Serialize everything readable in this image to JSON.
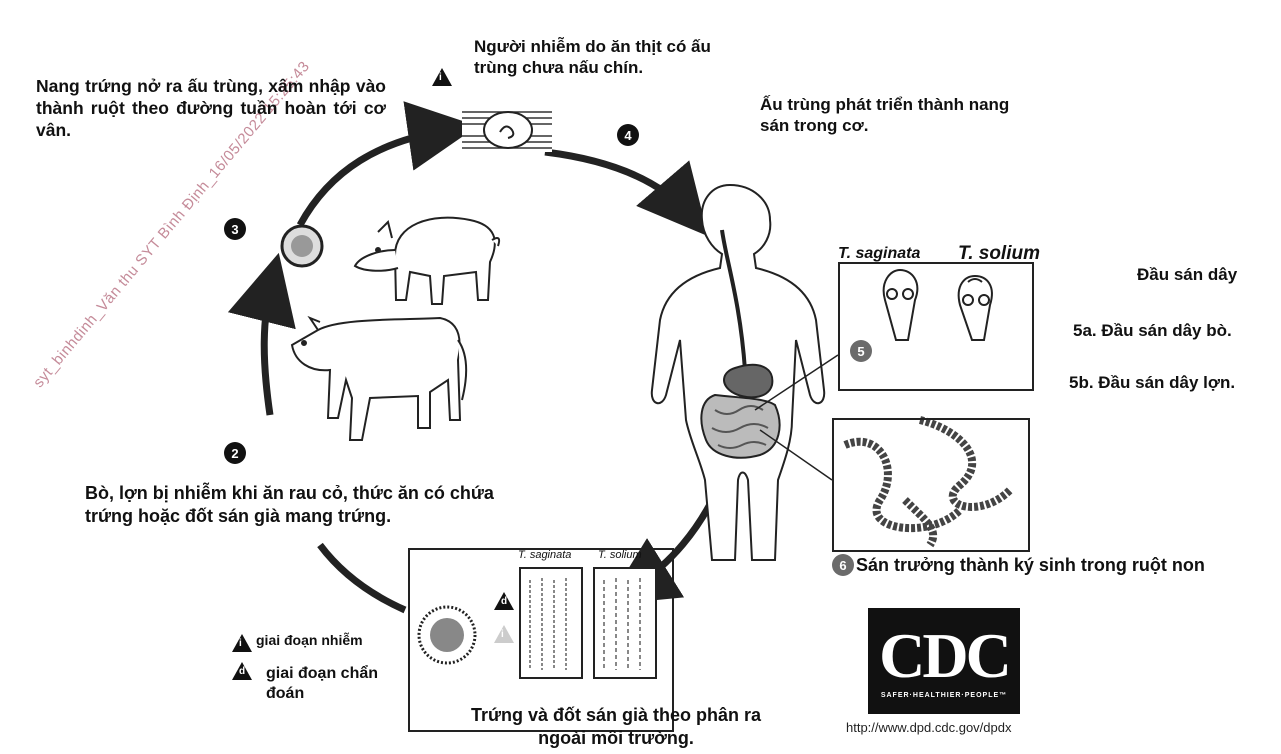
{
  "labels": {
    "infection_note": "Người nhiễm do ăn thịt có ấu trùng chưa nấu chín.",
    "larvae_muscle": "Nang trứng nở ra ấu trùng, xâm nhập vào  thành ruột theo đường tuần hoàn tới cơ vân.",
    "cyst_develop": "Ấu trùng  phát triển thành nang sán trong cơ.",
    "animal_infected": "Bò, lợn bị nhiễm khi ăn rau cỏ, thức ăn có chứa trứng hoặc đốt sán già mang trứng.",
    "eggs_out": "Trứng và đốt sán già theo phân ra ngoài môi trường.",
    "adult_worm": "Sán trưởng thành ký sinh trong ruột non",
    "head_title": "Đầu sán dây",
    "head_5a": "5a. Đầu sán dây bò.",
    "head_5b": "5b. Đầu sán dây lợn."
  },
  "species": {
    "saginata": "T. saginata",
    "solium": "T. solium"
  },
  "steps": {
    "s2": "2",
    "s3": "3",
    "s4": "4",
    "s5": "5",
    "s6": "6"
  },
  "legend": {
    "infective_mark": "i",
    "infective_label": "giai đoạn nhiễm",
    "diagnostic_mark": "d",
    "diagnostic_label": "giai đoạn chẩn đoán"
  },
  "cdc": {
    "logo": "CDC",
    "tagline": "SAFER·HEALTHIER·PEOPLE™",
    "url": "http://www.dpd.cdc.gov/dpdx"
  },
  "watermark": "syt_binhdinh_Văn thu SYT Bình Định_16/05/2022 15:25:43",
  "colors": {
    "arrow": "#222222",
    "watermark": "#bb7788",
    "organ_dark": "#555555",
    "organ_light": "#bbbbbb"
  }
}
